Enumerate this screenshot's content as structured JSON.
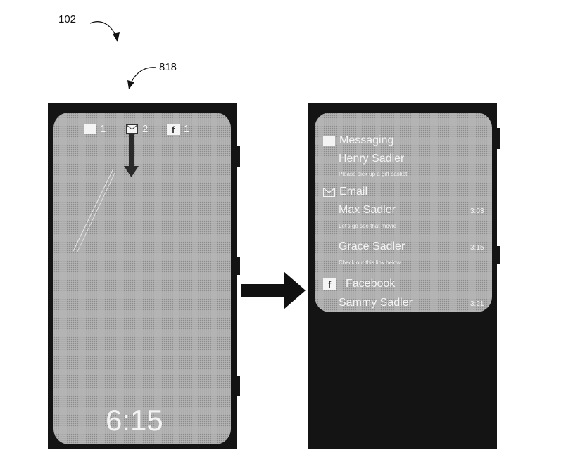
{
  "labels": {
    "figure_ref": "102",
    "device_ref": "818"
  },
  "lock_screen": {
    "indicators": [
      {
        "icon": "message-icon",
        "count": "1"
      },
      {
        "icon": "envelope-icon",
        "count": "2"
      },
      {
        "icon": "facebook-icon",
        "count": "1"
      }
    ],
    "clock": "6:15"
  },
  "notifications": {
    "messaging": {
      "title": "Messaging",
      "items": [
        {
          "sender": "Henry Sadler",
          "preview": "Please pick up a gift basket",
          "time": ""
        }
      ]
    },
    "email": {
      "title": "Email",
      "items": [
        {
          "sender": "Max Sadler",
          "preview": "Let's go see that movie",
          "time": "3:03"
        },
        {
          "sender": "Grace Sadler",
          "preview": "Check out this link below",
          "time": "3:15"
        }
      ]
    },
    "facebook": {
      "title": "Facebook",
      "items": [
        {
          "sender": "Sammy Sadler",
          "preview": "",
          "time": "3:21"
        }
      ]
    }
  },
  "colors": {
    "device": "#141414",
    "screen": "#b4b4b4",
    "text": "#f4f4f4"
  }
}
